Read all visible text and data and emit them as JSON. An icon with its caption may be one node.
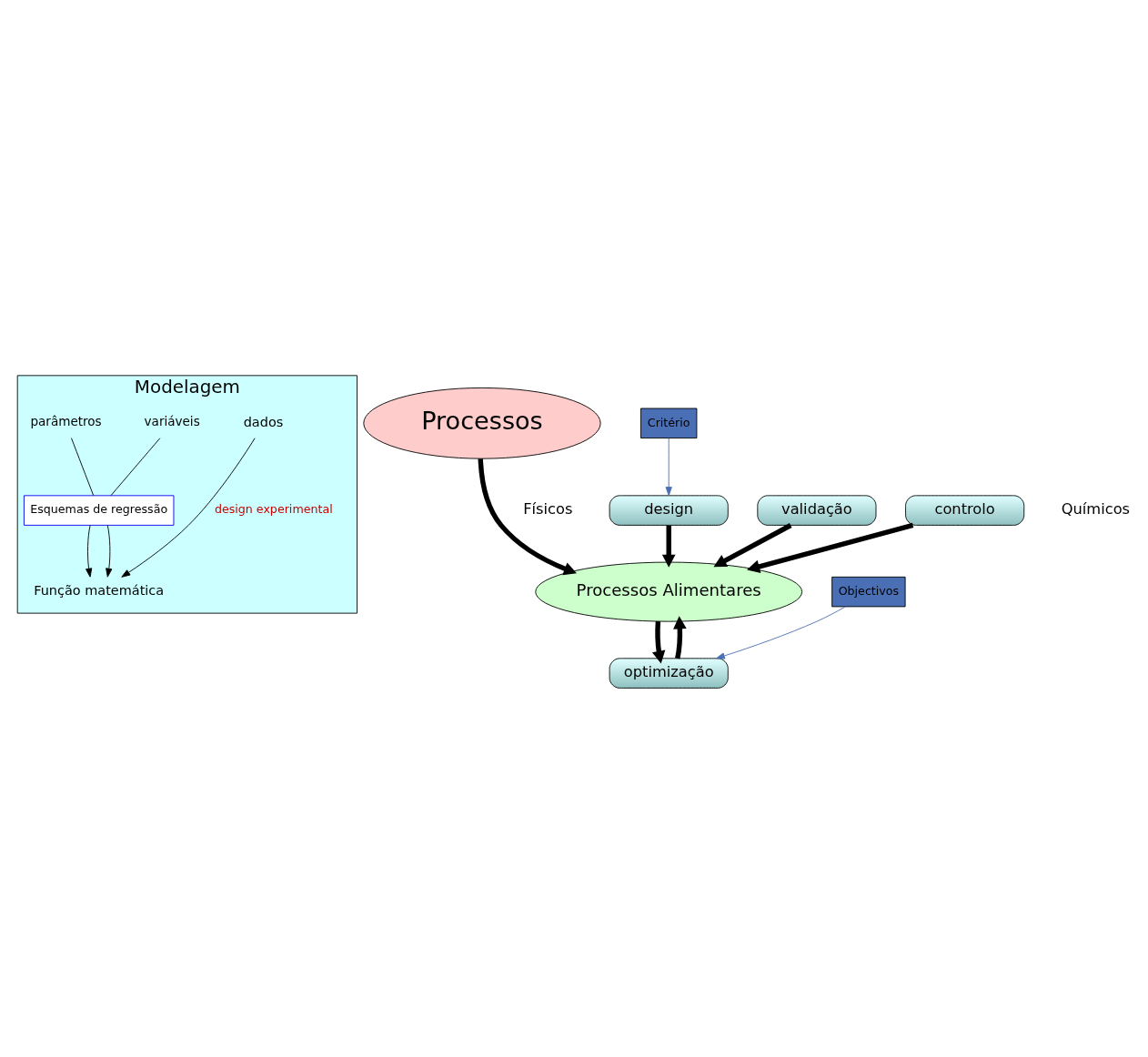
{
  "diagram": {
    "nodes": [
      {
        "text": [
          "Modelagem"
        ]
      },
      {
        "text": [
          "dados"
        ],
        "in": 0
      },
      {
        "text": [
          "Função matemática"
        ],
        "in": 0
      },
      {
        "text": [
          "Esquemas de regressão"
        ],
        "in": 0
      },
      {
        "text": [
          "variáveis"
        ],
        "in": 0
      },
      {
        "text": [
          "parâmetros"
        ],
        "in": 0
      },
      {
        "text": [
          "Processos"
        ]
      },
      {
        "text": [
          "Processos Alimentares"
        ]
      },
      {
        "text": [
          "design"
        ]
      },
      {
        "text": [
          "validação"
        ]
      },
      {
        "text": [
          "controlo"
        ]
      },
      {
        "text": [
          "optimização"
        ]
      },
      {
        "text": [
          "Critério"
        ]
      },
      {
        "text": [
          "Objectivos"
        ]
      }
    ],
    "edges": [
      {
        "from": 1,
        "to": 2,
        "arrow": "to",
        "label": "design experimental"
      },
      {
        "from": 3,
        "to": 2,
        "arrow": "to"
      },
      {
        "from": 3,
        "to": 2,
        "arrow": "to"
      },
      {
        "from": 4,
        "to": 3,
        "arrow": "none"
      },
      {
        "from": 5,
        "to": 3,
        "arrow": "none"
      },
      {
        "from": 6,
        "to": 7,
        "arrow": "to",
        "style": "thick"
      },
      {
        "from": 7,
        "to": 11,
        "arrow": "to",
        "style": "thick"
      },
      {
        "from": 8,
        "to": 7,
        "arrow": "to",
        "style": "thick"
      },
      {
        "from": 9,
        "to": 7,
        "arrow": "to",
        "style": "thick"
      },
      {
        "from": 10,
        "to": 7,
        "arrow": "to",
        "style": "thick"
      },
      {
        "from": 11,
        "to": 7,
        "arrow": "to",
        "style": "thick"
      },
      {
        "from": 12,
        "to": 8,
        "arrow": "to",
        "color": "#4a6fb5"
      },
      {
        "from": 13,
        "to": 11,
        "arrow": "to",
        "color": "#4a6fb5"
      }
    ],
    "labels": [
      "Físicos",
      "Químicos"
    ]
  }
}
